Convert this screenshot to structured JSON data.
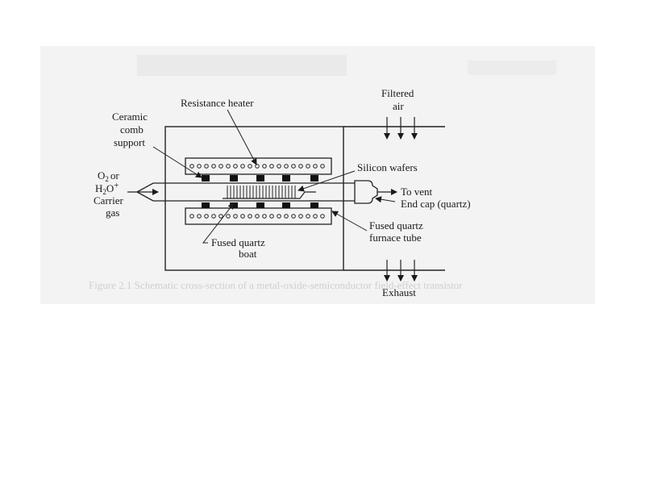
{
  "labels": {
    "resistance_heater": "Resistance heater",
    "filtered_air_1": "Filtered",
    "filtered_air_2": "air",
    "ceramic_1": "Ceramic",
    "ceramic_2": "comb",
    "ceramic_3": "support",
    "silicon_wafers": "Silicon wafers",
    "o2_or": "or",
    "h2o_plus": "+",
    "carrier": "Carrier",
    "gas": "gas",
    "to_vent": "To vent",
    "end_cap": "End cap (quartz)",
    "fused_tube_1": "Fused quartz",
    "fused_tube_2": "furnace tube",
    "boat_1": "Fused quartz",
    "boat_2": "boat",
    "exhaust": "Exhaust"
  },
  "background_caption": "Figure 2.1 Schematic cross-section of a metal-oxide-semiconductor field-effect transistor"
}
